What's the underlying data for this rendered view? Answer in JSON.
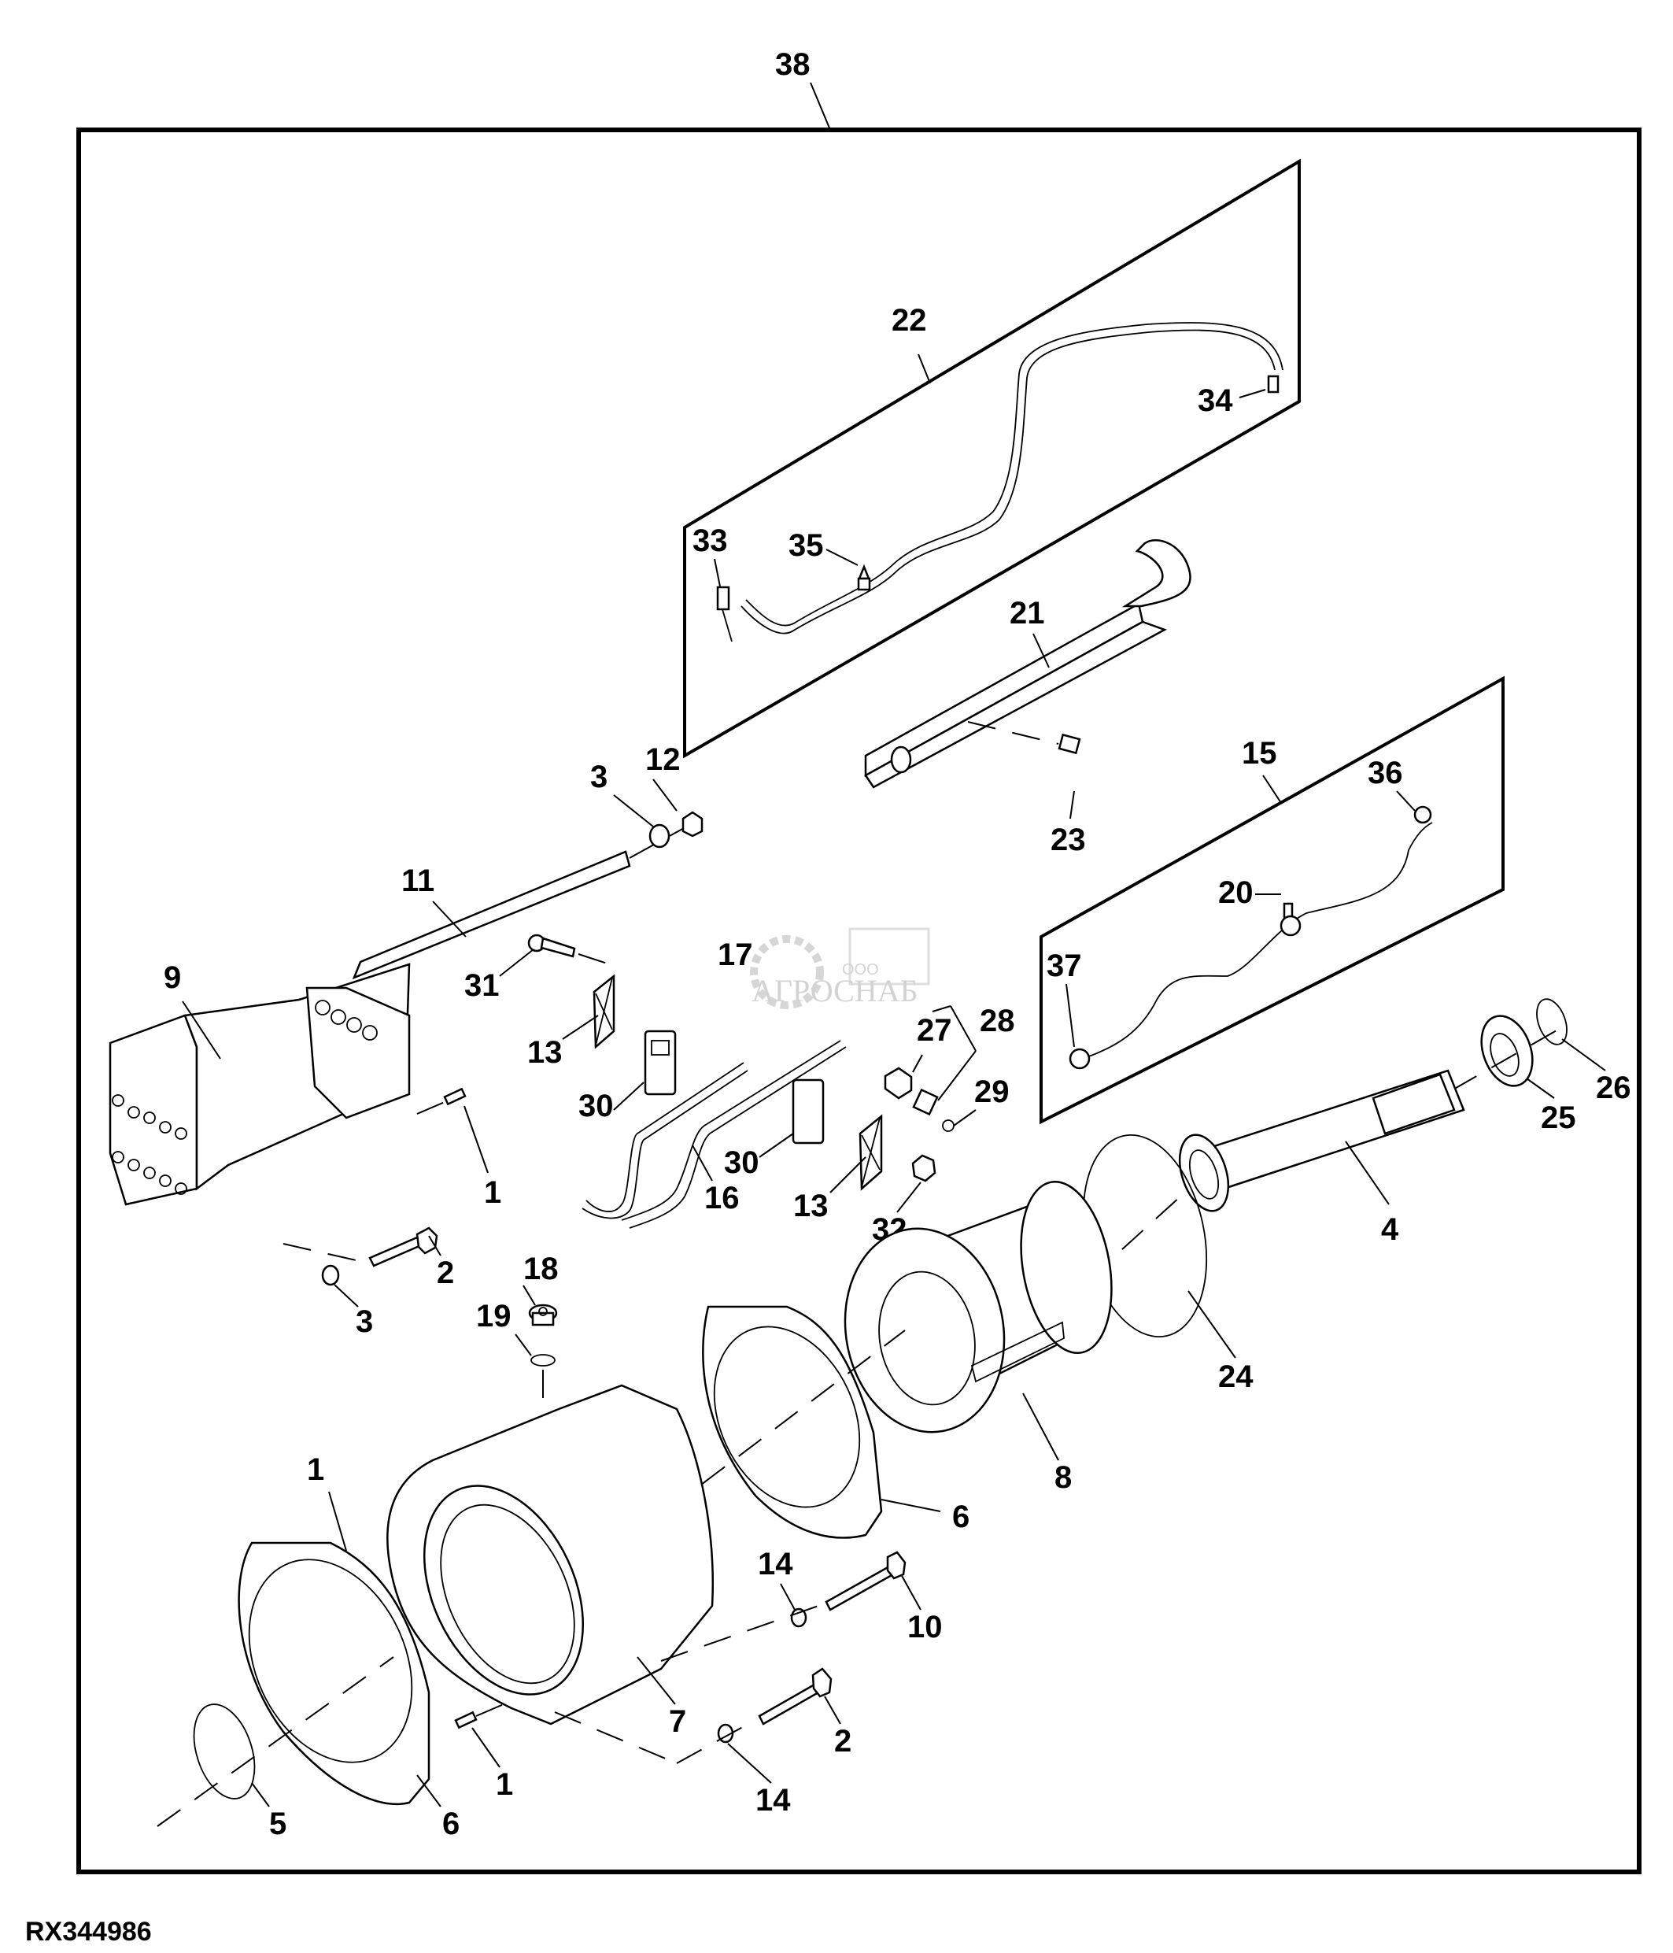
{
  "diagram": {
    "title_callout": "38",
    "document_id": "RX344986",
    "watermark": {
      "company_prefix": "ООО",
      "company_name": "АГРОСНАБ"
    },
    "callouts": [
      {
        "id": "c38",
        "label": "38"
      },
      {
        "id": "c22",
        "label": "22"
      },
      {
        "id": "c34",
        "label": "34"
      },
      {
        "id": "c33",
        "label": "33"
      },
      {
        "id": "c35",
        "label": "35"
      },
      {
        "id": "c21",
        "label": "21"
      },
      {
        "id": "c15",
        "label": "15"
      },
      {
        "id": "c36",
        "label": "36"
      },
      {
        "id": "c23",
        "label": "23"
      },
      {
        "id": "c20",
        "label": "20"
      },
      {
        "id": "c37",
        "label": "37"
      },
      {
        "id": "c12",
        "label": "12"
      },
      {
        "id": "c3a",
        "label": "3"
      },
      {
        "id": "c11",
        "label": "11"
      },
      {
        "id": "c31",
        "label": "31"
      },
      {
        "id": "c17",
        "label": "17"
      },
      {
        "id": "c27",
        "label": "27"
      },
      {
        "id": "c28",
        "label": "28"
      },
      {
        "id": "c29",
        "label": "29"
      },
      {
        "id": "c9",
        "label": "9"
      },
      {
        "id": "c13a",
        "label": "13"
      },
      {
        "id": "c30a",
        "label": "30"
      },
      {
        "id": "c30b",
        "label": "30"
      },
      {
        "id": "c13b",
        "label": "13"
      },
      {
        "id": "c32",
        "label": "32"
      },
      {
        "id": "c16",
        "label": "16"
      },
      {
        "id": "c1a",
        "label": "1"
      },
      {
        "id": "c2a",
        "label": "2"
      },
      {
        "id": "c3b",
        "label": "3"
      },
      {
        "id": "c18",
        "label": "18"
      },
      {
        "id": "c19",
        "label": "19"
      },
      {
        "id": "c25",
        "label": "25"
      },
      {
        "id": "c26",
        "label": "26"
      },
      {
        "id": "c4",
        "label": "4"
      },
      {
        "id": "c24",
        "label": "24"
      },
      {
        "id": "c8",
        "label": "8"
      },
      {
        "id": "c6a",
        "label": "6"
      },
      {
        "id": "c1b",
        "label": "1"
      },
      {
        "id": "c14a",
        "label": "14"
      },
      {
        "id": "c10",
        "label": "10"
      },
      {
        "id": "c7",
        "label": "7"
      },
      {
        "id": "c2b",
        "label": "2"
      },
      {
        "id": "c1c",
        "label": "1"
      },
      {
        "id": "c14b",
        "label": "14"
      },
      {
        "id": "c5",
        "label": "5"
      },
      {
        "id": "c6b",
        "label": "6"
      }
    ]
  }
}
